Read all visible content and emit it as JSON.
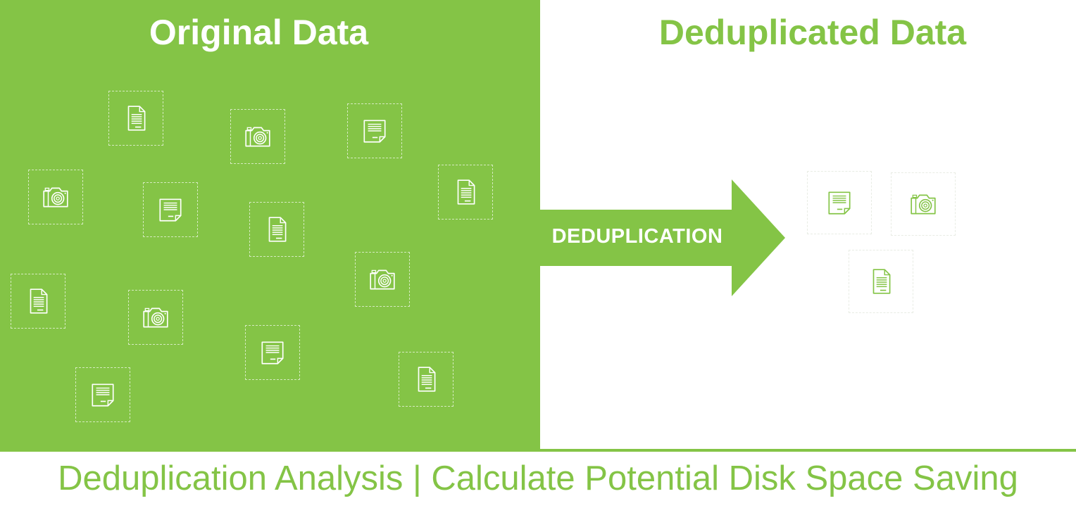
{
  "left_title": "Original Data",
  "right_title": "Deduplicated Data",
  "arrow_label": "DEDUPLICATION",
  "caption": "Deduplication Analysis | Calculate Potential Disk Space Saving",
  "colors": {
    "accent": "#84c446",
    "background": "#ffffff",
    "icon_on_green": "#ffffff"
  },
  "original_items": [
    {
      "icon": "document-icon"
    },
    {
      "icon": "camera-icon"
    },
    {
      "icon": "note-icon"
    },
    {
      "icon": "camera-icon"
    },
    {
      "icon": "note-icon"
    },
    {
      "icon": "document-icon"
    },
    {
      "icon": "document-icon"
    },
    {
      "icon": "camera-icon"
    },
    {
      "icon": "document-icon"
    },
    {
      "icon": "camera-icon"
    },
    {
      "icon": "note-icon"
    },
    {
      "icon": "note-icon"
    },
    {
      "icon": "document-icon"
    }
  ],
  "deduplicated_items": [
    {
      "icon": "note-icon"
    },
    {
      "icon": "camera-icon"
    },
    {
      "icon": "document-icon"
    }
  ]
}
